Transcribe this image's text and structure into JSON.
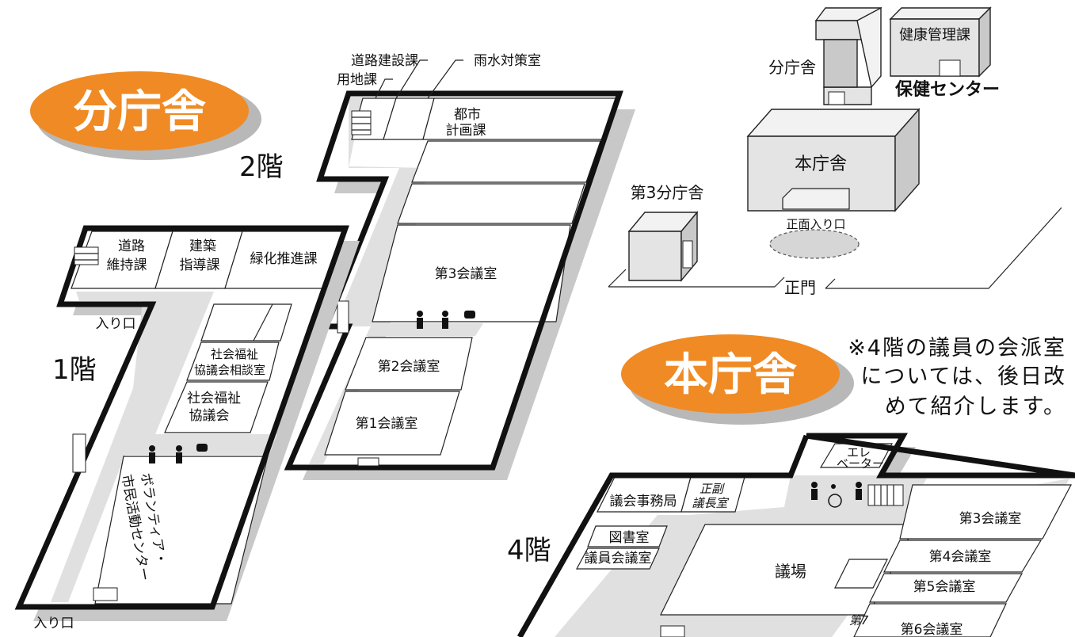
{
  "badges": {
    "annex": "分庁舎",
    "main": "本庁舎"
  },
  "floors": {
    "annex_2f": "2階",
    "annex_1f": "1階",
    "main_4f": "4階"
  },
  "annex_2f": {
    "callouts": {
      "road_construction": "道路建設課",
      "stormwater": "雨水対策室",
      "land": "用地課"
    },
    "rooms": {
      "urban_planning_1": "都市",
      "urban_planning_2": "計画課",
      "conf3": "第3会議室",
      "conf2": "第2会議室",
      "conf1": "第1会議室"
    }
  },
  "annex_1f": {
    "rooms": {
      "road_maint_1": "道路",
      "road_maint_2": "維持課",
      "building_1": "建築",
      "building_2": "指導課",
      "greening": "緑化推進課",
      "swc_consult_1": "社会福祉",
      "swc_consult_2": "協議会相談室",
      "swc_1": "社会福祉",
      "swc_2": "協議会",
      "volunteer_1": "ボランティア・",
      "volunteer_2": "市民活動センター"
    },
    "entrances": {
      "side": "入り口",
      "bottom": "入り口"
    }
  },
  "site_map": {
    "annex": "分庁舎",
    "health_mgmt": "健康管理課",
    "health_center": "保健センター",
    "main_building": "本庁舎",
    "main_entrance": "正面入り口",
    "third_annex": "第3分庁舎",
    "main_gate": "正門"
  },
  "notice": {
    "line1": "※4階の議員の会派室",
    "line2": "については、後日改",
    "line3": "めて紹介します。"
  },
  "main_4f": {
    "rooms": {
      "elevator_1": "エレ",
      "elevator_2": "ベーター",
      "secretariat": "議会事務局",
      "chair_room_1": "正副",
      "chair_room_2": "議長室",
      "library": "図書室",
      "members_conf": "議員会議室",
      "chamber": "議場",
      "conf3": "第3会議室",
      "conf4": "第4会議室",
      "conf5": "第5会議室",
      "conf7": "第7",
      "conf6": "第6会議室"
    }
  },
  "colors": {
    "badge_orange": "#f08a24",
    "badge_shadow": "#b8b8b8",
    "corridor": "#e0e0e0",
    "wall": "#111111"
  }
}
